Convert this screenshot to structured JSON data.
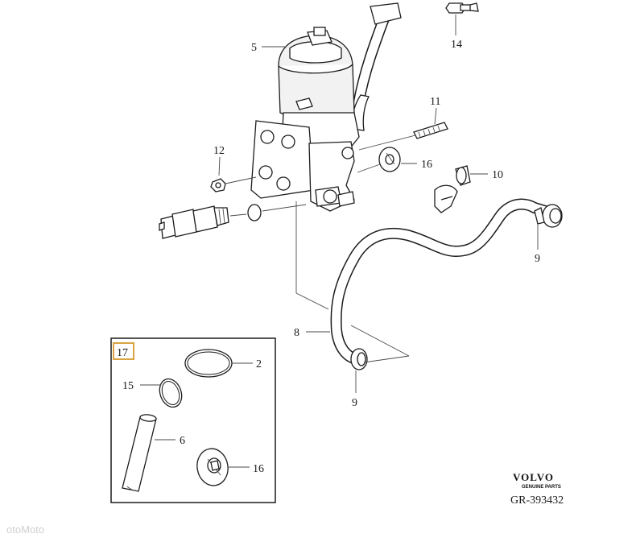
{
  "diagram": {
    "callouts": {
      "c2": "2",
      "c5": "5",
      "c6": "6",
      "c8": "8",
      "c9a": "9",
      "c9b": "9",
      "c10": "10",
      "c11": "11",
      "c12": "12",
      "c14": "14",
      "c15": "15",
      "c16a": "16",
      "c16b": "16",
      "c17": "17"
    },
    "kit_box_label": "17"
  },
  "branding": {
    "logo_text": "VOLVO",
    "logo_subtext": "GENUINE PARTS",
    "diagram_code": "GR-393432"
  },
  "watermark": {
    "text": "otoMoto"
  },
  "colors": {
    "line": "#1c1c1c",
    "leader": "#4a4a4a",
    "highlight_box": "#d9a441",
    "background": "#ffffff"
  }
}
